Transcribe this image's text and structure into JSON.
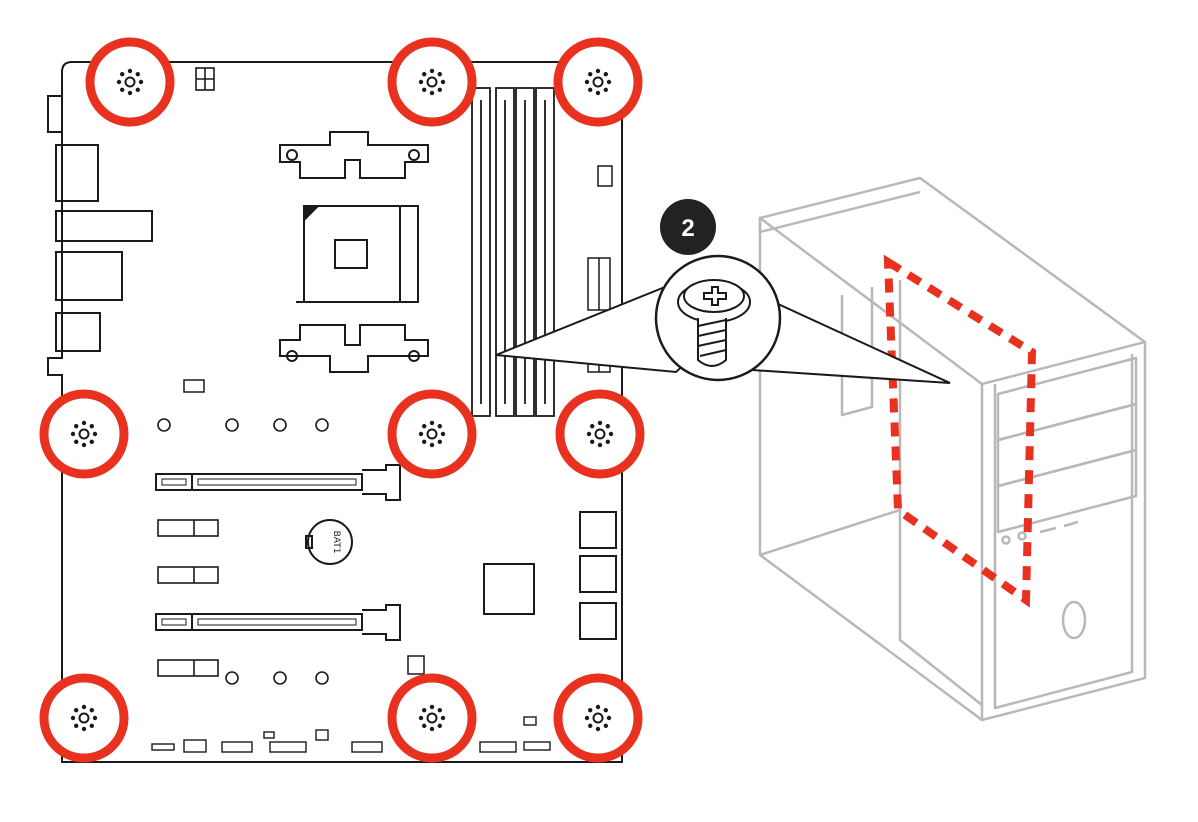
{
  "diagram": {
    "step_badge": "2",
    "battery_label": "BAT1",
    "standoff_count": 9,
    "colors": {
      "highlight_red": "#e8321f",
      "line": "#1a1a1a",
      "case_gray": "#b8b8b8",
      "badge": "#222222"
    },
    "icons": [
      "standoff-screw-hole-icon",
      "phillips-screw-icon",
      "computer-case-icon",
      "motherboard-icon"
    ]
  }
}
